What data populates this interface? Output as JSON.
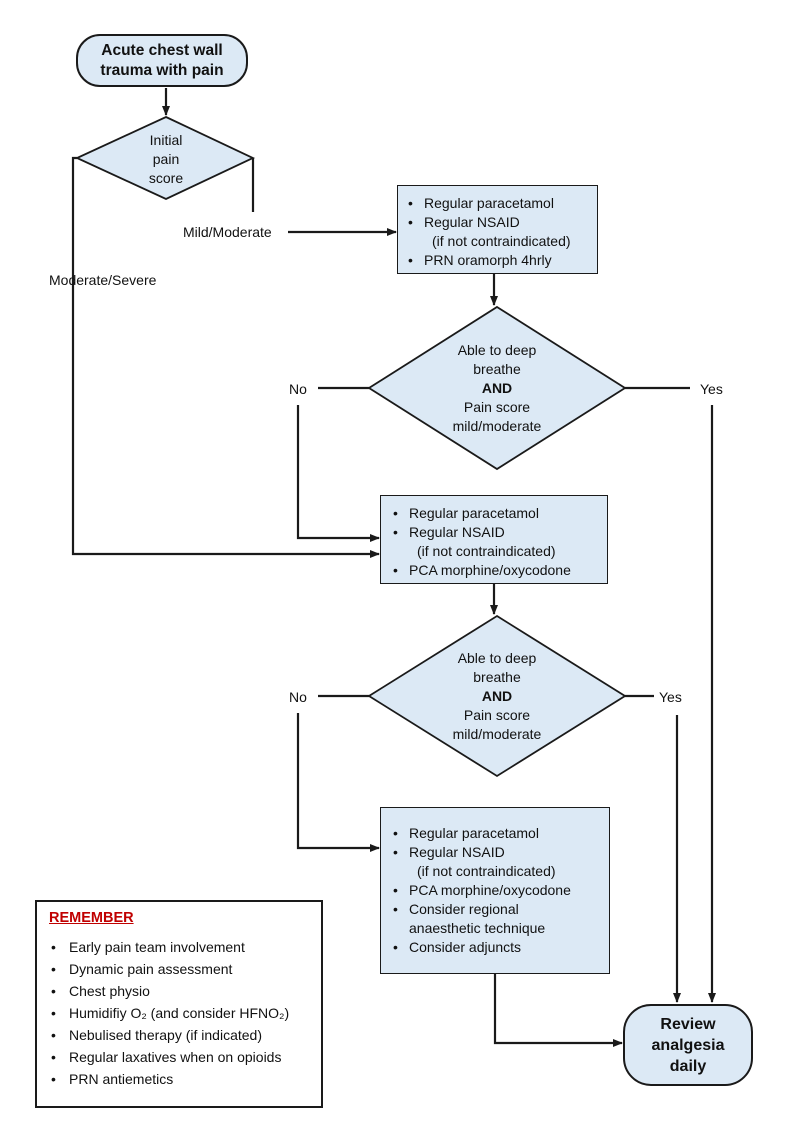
{
  "colors": {
    "fill": "#dce9f5",
    "stroke": "#1a1a1a",
    "remember_title": "#c00000"
  },
  "start": {
    "line1": "Acute chest wall",
    "line2": "trauma with pain"
  },
  "decision_initial": {
    "line1": "Initial",
    "line2": "pain",
    "line3": "score"
  },
  "labels": {
    "mild_moderate": "Mild/Moderate",
    "moderate_severe": "Moderate/Severe",
    "no1": "No",
    "yes1": "Yes",
    "no2": "No",
    "yes2": "Yes"
  },
  "box1": {
    "items": [
      {
        "text": "Regular paracetamol"
      },
      {
        "text": "Regular NSAID",
        "sub": "(if not contraindicated)"
      },
      {
        "text": "PRN oramorph 4hrly"
      }
    ]
  },
  "decision_breathe1": {
    "line1": "Able to deep",
    "line2": "breathe",
    "and": "AND",
    "line3": "Pain score",
    "line4": "mild/moderate"
  },
  "box2": {
    "items": [
      {
        "text": "Regular paracetamol"
      },
      {
        "text": "Regular NSAID",
        "sub": "(if not contraindicated)"
      },
      {
        "text": "PCA morphine/oxycodone"
      }
    ]
  },
  "decision_breathe2": {
    "line1": "Able to deep",
    "line2": "breathe",
    "and": "AND",
    "line3": "Pain score",
    "line4": "mild/moderate"
  },
  "box3": {
    "items": [
      {
        "text": "Regular paracetamol"
      },
      {
        "text": "Regular NSAID",
        "sub": "(if not contraindicated)"
      },
      {
        "text": "PCA morphine/oxycodone"
      },
      {
        "text": "Consider regional",
        "sub": "anaesthetic technique"
      },
      {
        "text": "Consider adjuncts"
      }
    ]
  },
  "end": {
    "line1": "Review",
    "line2": "analgesia",
    "line3": "daily"
  },
  "remember": {
    "title": "REMEMBER",
    "items": [
      "Early pain team involvement",
      "Dynamic pain assessment",
      "Chest physio",
      "Humidifiy O₂ (and consider HFNO₂)",
      "Nebulised therapy (if indicated)",
      "Regular laxatives when on opioids",
      "PRN antiemetics"
    ]
  }
}
